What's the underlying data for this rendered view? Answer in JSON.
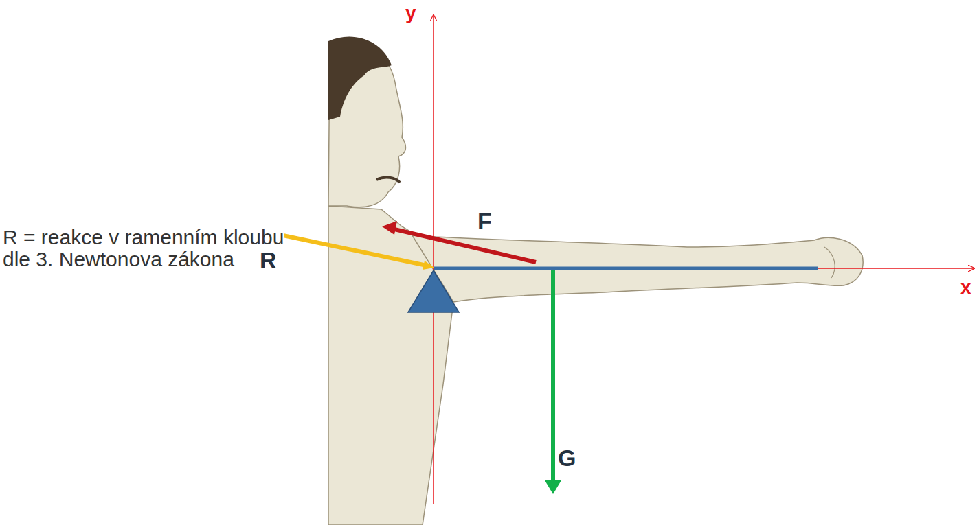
{
  "diagram": {
    "labels": [
      "y",
      "R = reakce v ramenním kloubu dle 3. Newtonova zákona",
      "F",
      "R",
      "x",
      "G"
    ]
  }
}
